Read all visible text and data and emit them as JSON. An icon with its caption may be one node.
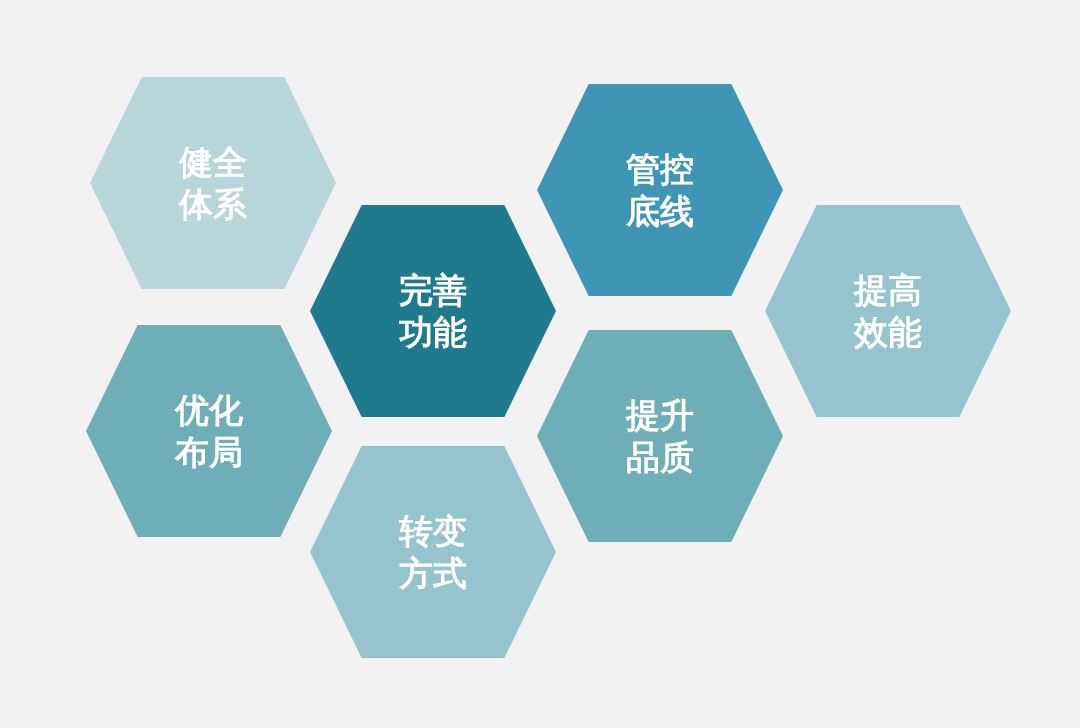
{
  "diagram": {
    "nodes": [
      {
        "text": [
          "健全体系"
        ]
      },
      {
        "text": [
          "管控底线"
        ]
      },
      {
        "text": [
          "完善功能"
        ]
      },
      {
        "text": [
          "提高效能"
        ]
      },
      {
        "text": [
          "优化布局"
        ]
      },
      {
        "text": [
          "提升品质"
        ]
      },
      {
        "text": [
          "转变方式"
        ]
      }
    ]
  }
}
